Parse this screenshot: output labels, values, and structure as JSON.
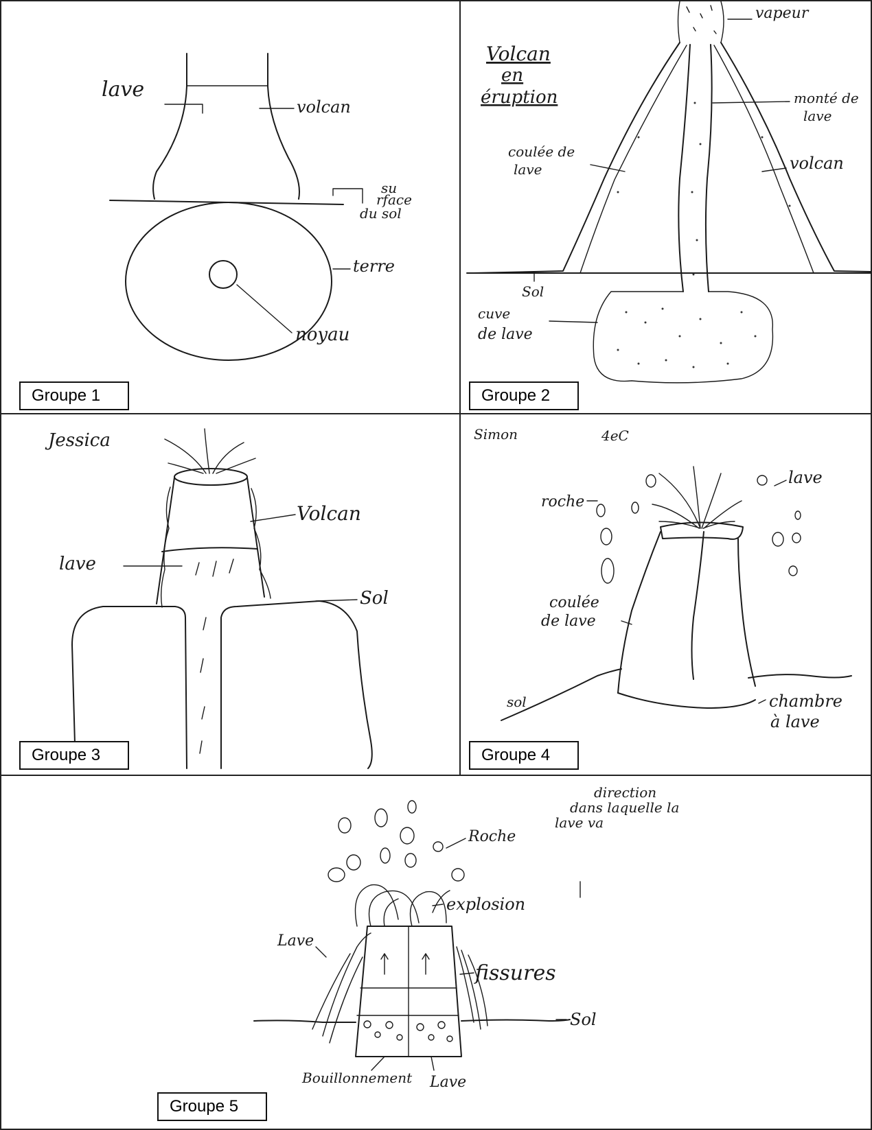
{
  "panels": [
    {
      "group_label": "Groupe 1",
      "annotations": [
        "lave",
        "volcan",
        "su",
        "rface",
        "du sol",
        "terre",
        "noyau"
      ]
    },
    {
      "group_label": "Groupe 2",
      "title": [
        "Volcan",
        "en",
        "éruption"
      ],
      "annotations": [
        "vapeur",
        "monté de",
        "lave",
        "coulée de",
        "lave",
        "volcan",
        "Sol",
        "cuve",
        "de lave"
      ]
    },
    {
      "group_label": "Groupe 3",
      "author": "Jessica",
      "annotations": [
        "Volcan",
        "lave",
        "Sol"
      ]
    },
    {
      "group_label": "Groupe 4",
      "author": "Simon",
      "class": "4eC",
      "annotations": [
        "lave",
        "roche",
        "coulée",
        "de lave",
        "sol",
        "chambre",
        "à lave"
      ]
    },
    {
      "group_label": "Groupe 5",
      "annotations": [
        "direction",
        "dans laquelle la",
        "lave va",
        "Roche",
        "explosion",
        "Lave",
        "fissures",
        "Sol",
        "Bouillonnement",
        "Lave"
      ]
    }
  ]
}
